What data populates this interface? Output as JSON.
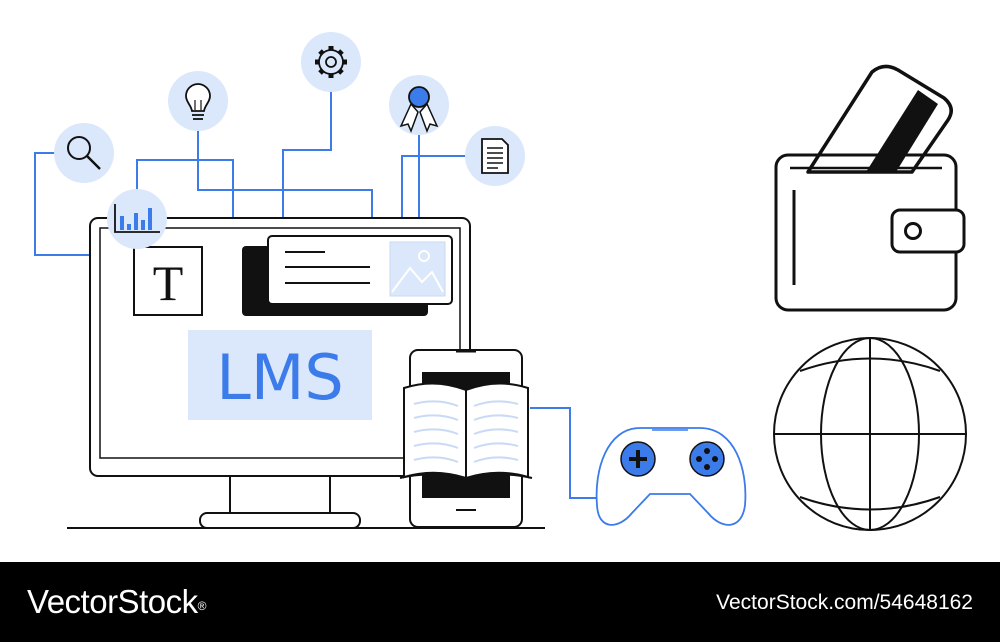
{
  "illustration": {
    "screen_label": "LMS",
    "text_tile_glyph": "T",
    "accent_color": "#3b7bea",
    "light_blue_color": "#dbe8fb",
    "outline_color": "#111111",
    "icons": [
      "search-icon",
      "bar-chart-icon",
      "lightbulb-icon",
      "gear-icon",
      "award-ribbon-icon",
      "document-icon",
      "text-tile-icon",
      "image-icon",
      "open-book-icon",
      "tablet-icon",
      "gamepad-icon",
      "wallet-icon",
      "credit-card-icon",
      "globe-icon"
    ]
  },
  "footer": {
    "brand": "VectorStock",
    "brand_mark": "®",
    "image_id": "VectorStock.com/54648162"
  }
}
